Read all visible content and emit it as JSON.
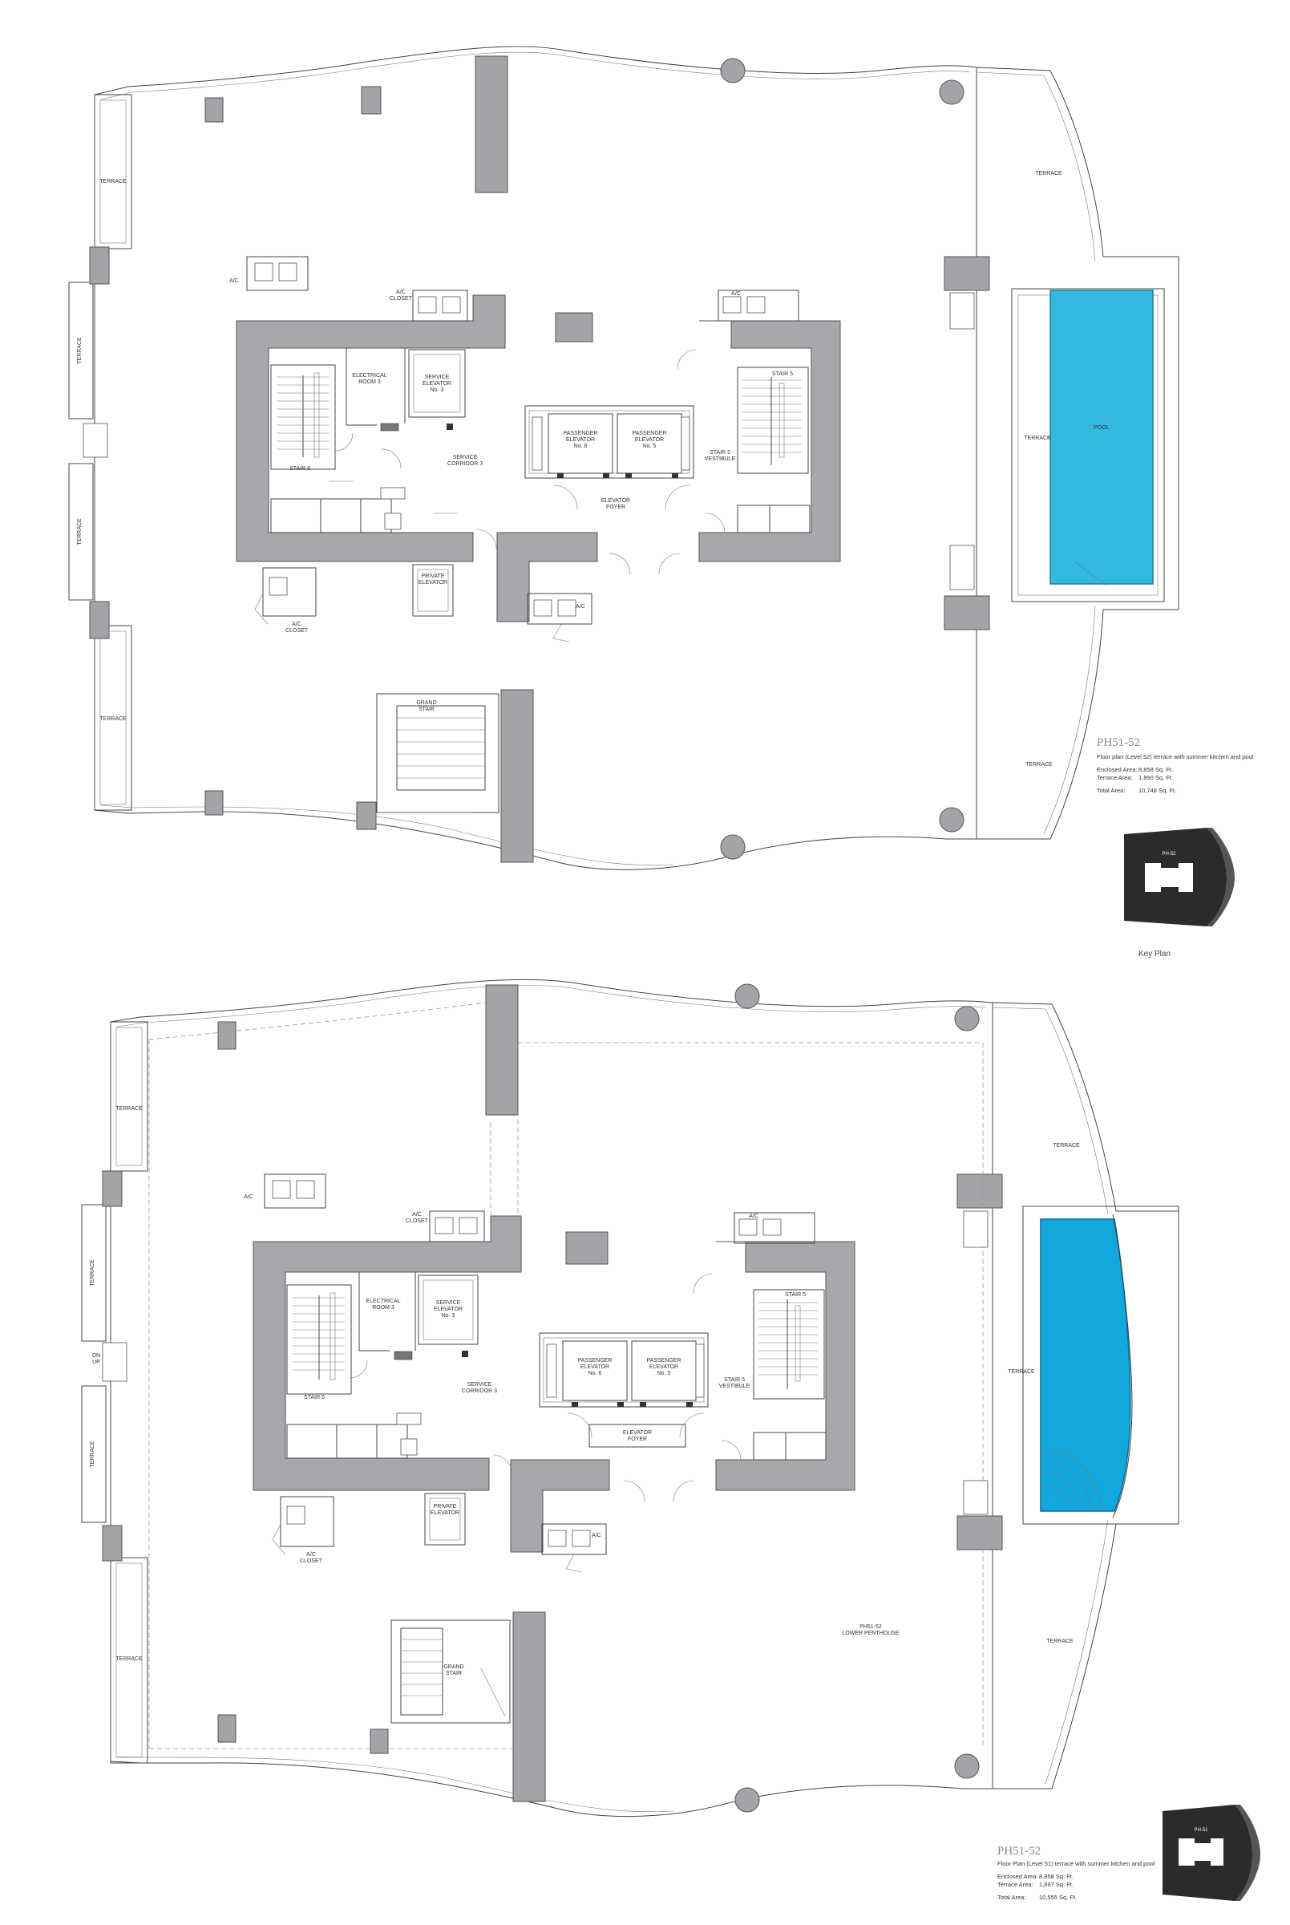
{
  "upper_plan": {
    "rooms": {
      "terrace_left_1": "TERRACE",
      "terrace_left_2": "TERRACE",
      "terrace_left_3": "TERRACE",
      "terrace_left_4": "TERRACE",
      "terrace_right_top": "TERRACE",
      "terrace_right_mid": "TERRACE",
      "terrace_right_bottom": "TERRACE",
      "pool": "POOL",
      "ac_1": "A/C",
      "ac_closet_1": "A/C\nCLOSET",
      "ac_2": "A/C",
      "ac_closet_2": "A/C\nCLOSET",
      "ac_3": "A/C",
      "electrical_room": "ELECTRICAL\nROOM 3",
      "service_elevator": "SERVICE\nELEVATOR\nNo. 3",
      "service_corridor": "SERVICE\nCORRIDOR 3",
      "passenger_elevator_6": "PASSENGER\nELEVATOR\nNo. 6",
      "passenger_elevator_5": "PASSENGER\nELEVATOR\nNo. 5",
      "elevator_foyer": "ELEVATOR\nFOYER",
      "stair_5_vestibule": "STAIR 5\nVESTIBULE",
      "stair_5": "STAIR 5",
      "stair_6": "STAIR 6",
      "private_elevator": "PRIVATE\nELEVATOR",
      "grand_stair": "GRAND\nSTAIR"
    },
    "info": {
      "title": "PH51-52",
      "description": "Floor plan (Level 52) terrace with summer kitchen and pool",
      "enclosed_label": "Enclosed Area:",
      "enclosed_value": "8,858 Sq. Ft.",
      "terrace_label": "Terrace Area:",
      "terrace_value": "1,890 Sq. Ft.",
      "total_label": "Total Area:",
      "total_value": "10,748 Sq. Ft."
    },
    "key_plan": {
      "unit": "PH-52",
      "caption": "Key Plan"
    }
  },
  "lower_plan": {
    "rooms": {
      "terrace_left_1": "TERRACE",
      "terrace_left_2": "TERRACE",
      "terrace_left_3": "TERRACE",
      "terrace_left_4": "TERRACE",
      "terrace_right_top": "TERRACE",
      "terrace_right_mid": "TERRACE",
      "terrace_right_bottom": "TERRACE",
      "ac_1": "A/C",
      "ac_closet_1": "A/C\nCLOSET",
      "ac_2": "A/C",
      "ac_closet_2": "A/C\nCLOSET",
      "ac_3": "A/C",
      "electrical_room": "ELECTRICAL\nROOM 3",
      "service_elevator": "SERVICE\nELEVATOR\nNo. 3",
      "service_corridor": "SERVICE\nCORRIDOR 3",
      "passenger_elevator_6": "PASSENGER\nELEVATOR\nNo. 6",
      "passenger_elevator_5": "PASSENGER\nELEVATOR\nNo. 5",
      "elevator_foyer": "ELEVATOR\nFOYER",
      "stair_5_vestibule": "STAIR 5\nVESTIBULE",
      "stair_5": "STAIR 5",
      "stair_6": "STAIR 6",
      "private_elevator": "PRIVATE\nELEVATOR",
      "grand_stair": "GRAND\nSTAIR",
      "lower_penthouse": "PH51-52\nLOWER PENTHOUSE",
      "dn_up": "DN\nUP"
    },
    "info": {
      "title": "PH51-52",
      "description": "Floor Plan (Level 51) terrace with summer kitchen and pool",
      "enclosed_label": "Enclosed Area:",
      "enclosed_value": "8,858 Sq. Ft.",
      "terrace_label": "Terrace Area:",
      "terrace_value": "1,697 Sq. Ft.",
      "total_label": "Total Area:",
      "total_value": "10,555 Sq. Ft."
    },
    "key_plan": {
      "unit": "PH-51"
    }
  },
  "colors": {
    "core_wall": "#a7a8ab",
    "pool_upper": "#33b8e0",
    "pool_lower": "#12a8dc",
    "key_plan_fill": "#2b2b2b"
  }
}
